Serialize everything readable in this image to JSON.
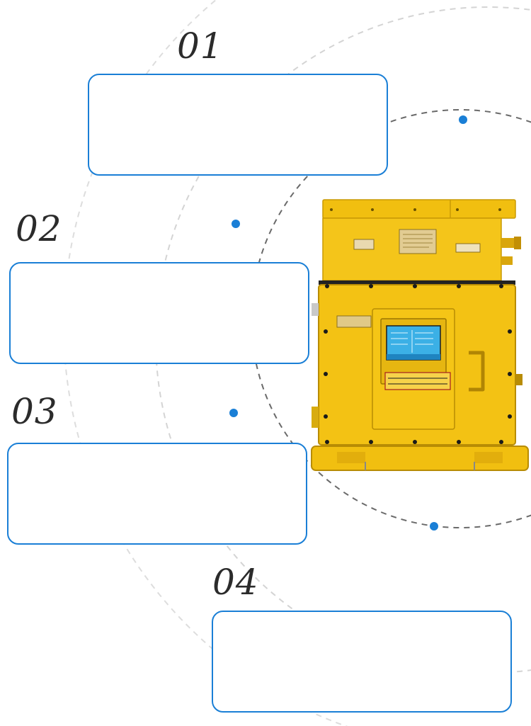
{
  "steps": [
    {
      "number": "01",
      "text": ""
    },
    {
      "number": "02",
      "text": ""
    },
    {
      "number": "03",
      "text": ""
    },
    {
      "number": "04",
      "text": ""
    }
  ],
  "device": {
    "name": "mining-explosion-proof-power-box"
  },
  "colors": {
    "accent": "#1a7fd6",
    "device_yellow": "#f2c20f",
    "ring_gray": "#cccccc",
    "ring_dark": "#666666"
  }
}
